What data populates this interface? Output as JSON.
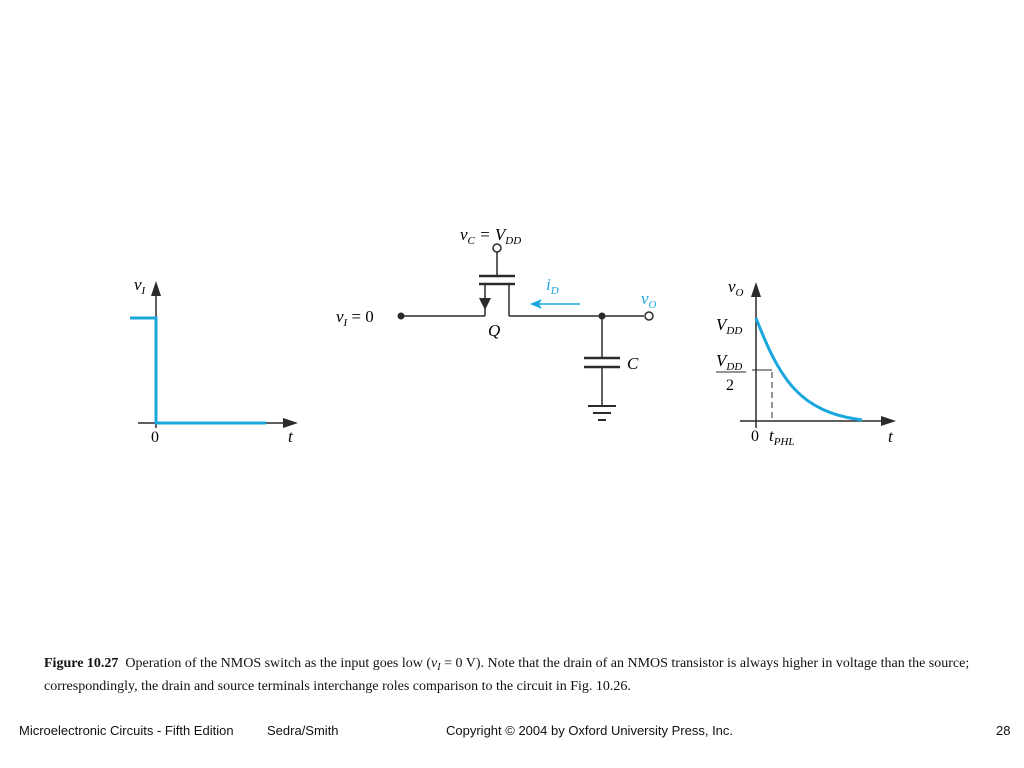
{
  "diagram": {
    "left_plot": {
      "y_label": "v",
      "y_label_sub": "I",
      "x_label": "t",
      "origin_label": "0"
    },
    "circuit": {
      "gate_label": "v",
      "gate_label_sub": "C",
      "gate_label_rest": " = V",
      "gate_label_rest_sub": "DD",
      "input_label": "v",
      "input_label_sub": "I",
      "input_label_rest": " = 0",
      "transistor_label": "Q",
      "current_label": "i",
      "current_label_sub": "D",
      "output_label": "v",
      "output_label_sub": "O",
      "capacitor_label": "C"
    },
    "right_plot": {
      "y_label": "v",
      "y_label_sub": "O",
      "x_label": "t",
      "origin_label": "0",
      "vdd_label": "V",
      "vdd_label_sub": "DD",
      "half_num": "V",
      "half_num_sub": "DD",
      "half_den": "2",
      "tphl_label": "t",
      "tphl_label_sub": "PHL"
    },
    "colors": {
      "signal": "#1aa7de",
      "line": "#2b2b2b"
    }
  },
  "caption": {
    "figure_number": "Figure 10.27",
    "text_before": "Operation of the NMOS switch as the input goes low (",
    "var": "v",
    "var_sub": "I",
    "text_after": " = 0 V). Note that the drain of an NMOS transistor is always higher in voltage than the source; correspondingly, the drain and source terminals interchange roles comparison to the circuit in Fig. 10.26."
  },
  "footer": {
    "book": "Microelectronic Circuits - Fifth Edition",
    "authors": "Sedra/Smith",
    "copyright": "Copyright © 2004 by Oxford University Press, Inc.",
    "page": "28"
  }
}
